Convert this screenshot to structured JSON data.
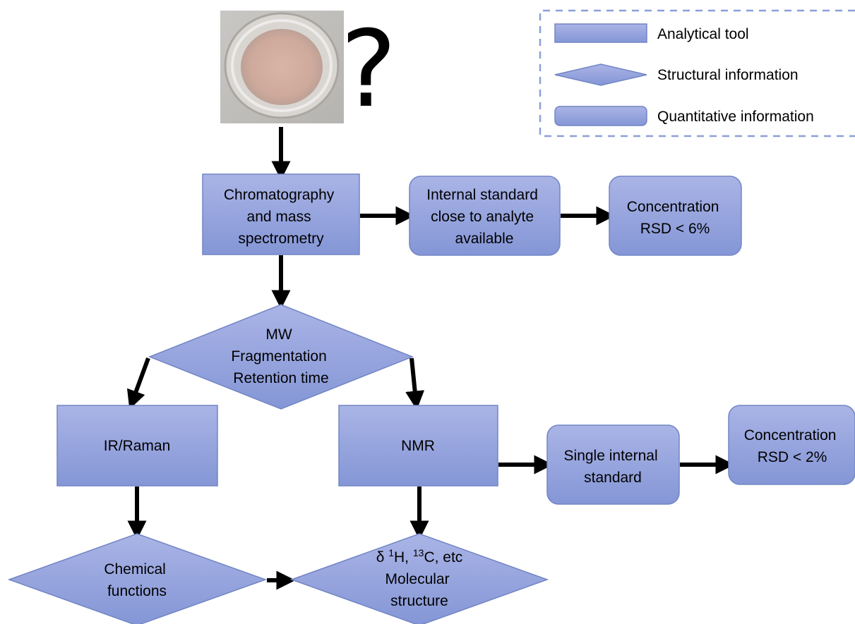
{
  "sample": {
    "question_mark": "?"
  },
  "legend": {
    "tool_label": "Analytical tool",
    "structural_label": "Structural information",
    "quantitative_label": "Quantitative information"
  },
  "nodes": {
    "chromatography": [
      "Chromatography",
      "and mass",
      "spectrometry"
    ],
    "internal_standard": [
      "Internal standard",
      "close to analyte",
      "available"
    ],
    "concentration_ms": [
      "Concentration",
      "RSD < 6%"
    ],
    "ms_info": [
      "MW",
      "Fragmentation",
      "Retention time"
    ],
    "ir_raman": [
      "IR/Raman"
    ],
    "nmr": [
      "NMR"
    ],
    "single_standard": [
      "Single internal",
      "standard"
    ],
    "concentration_nmr": [
      "Concentration",
      "RSD < 2%"
    ],
    "chemical_functions": [
      "Chemical",
      "functions"
    ],
    "nmr_info_line1": {
      "delta": "δ ",
      "h_sup": "1",
      "h": "H, ",
      "c_sup": "13",
      "c": "C, etc"
    },
    "nmr_info_rest": [
      "Molecular",
      "structure"
    ]
  },
  "colors": {
    "fill_top": "#aab4e6",
    "fill_bottom": "#8496d6",
    "border": "#7285c4",
    "legend_border": "#8b9fd8",
    "arrow": "#000000"
  }
}
